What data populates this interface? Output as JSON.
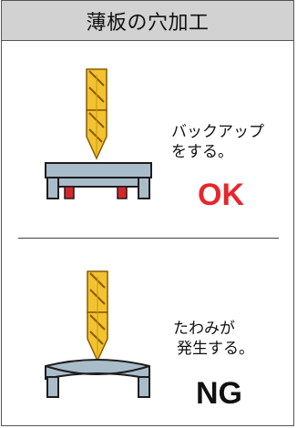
{
  "header": {
    "title": "薄板の穴加工"
  },
  "panels": [
    {
      "caption_lines": [
        "バックアップ",
        "をする。"
      ],
      "verdict": "OK",
      "verdict_color": "#e8262b"
    },
    {
      "caption_lines": [
        "たわみが",
        "発生する。"
      ],
      "verdict": "NG",
      "verdict_color": "#111111"
    }
  ],
  "colors": {
    "drill_body": "#f2c230",
    "drill_edge": "#8a5a00",
    "plate_fill": "#a9bcc9",
    "plate_stroke": "#1d1d1d",
    "backup_block": "#d8252b"
  }
}
